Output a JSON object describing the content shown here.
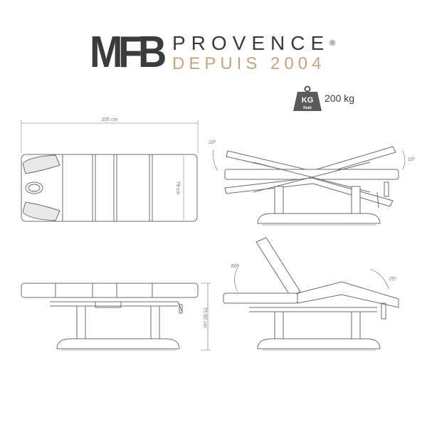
{
  "logo": {
    "brand_mark": "MFB",
    "name": "PROVENCE",
    "registered": "®",
    "tagline": "DEPUIS 2004"
  },
  "weight": {
    "badge_top": "KG",
    "badge_bottom": "max",
    "capacity": "200 kg"
  },
  "dimensions": {
    "length": "205 cm",
    "width": "79 cm",
    "height": "75-92 cm",
    "tilt_left": "10º",
    "tilt_right": "10º",
    "backrest_angle": "80º",
    "leg_angle": "25º"
  },
  "colors": {
    "brand_dark": "#3b3b3b",
    "brand_gold": "#c4a57a",
    "line": "#6b6b6b"
  }
}
